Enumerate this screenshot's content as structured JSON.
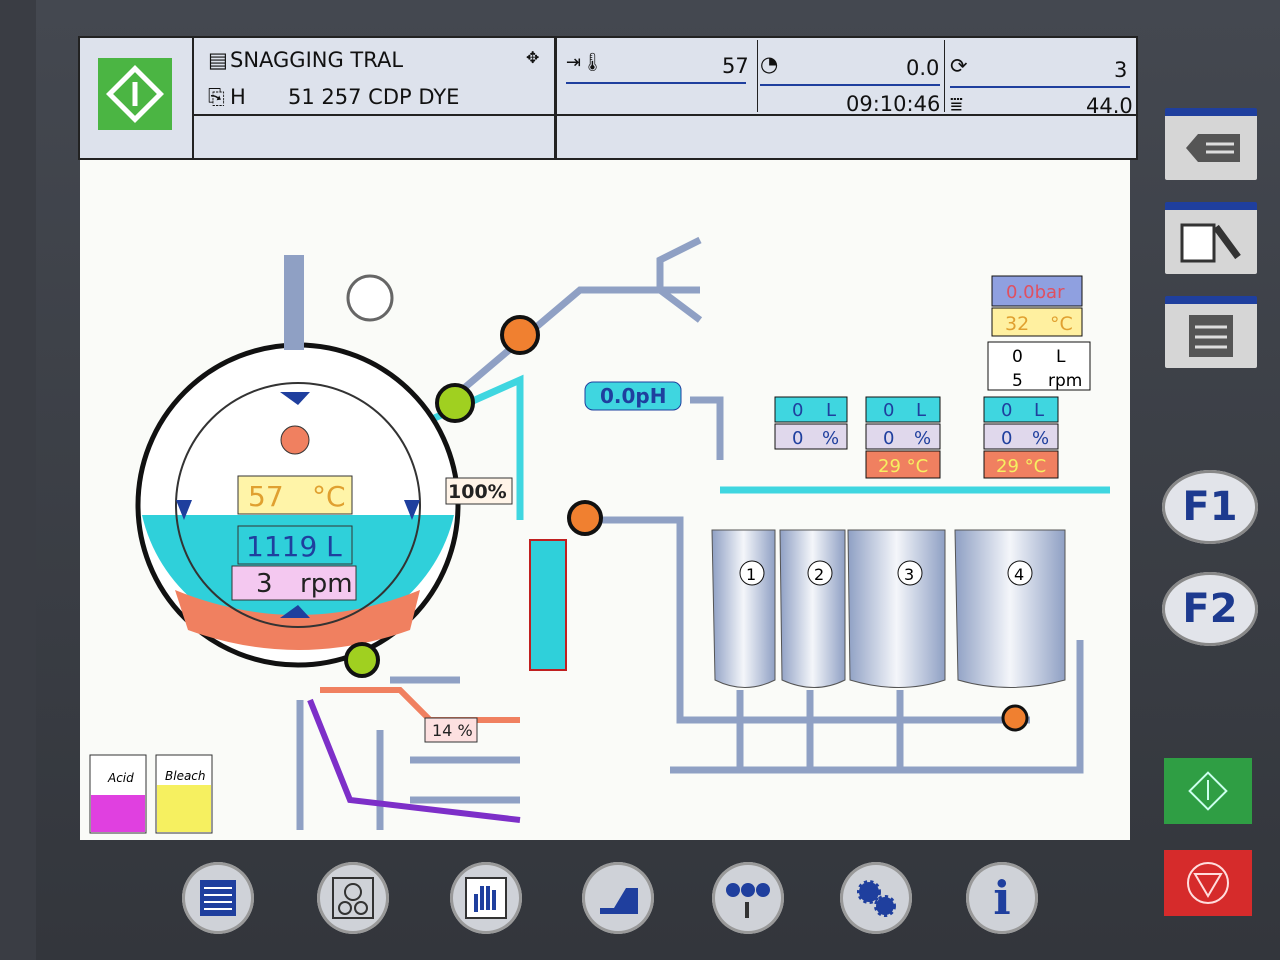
{
  "header": {
    "program_name": "SNAGGING TRAL",
    "batch_prefix": "H",
    "batch_info": "51 257 CDP DYE",
    "temperature": "57",
    "timer_value": "0.0",
    "clock": "09:10:46",
    "cycles": "3",
    "level_value": "44.0"
  },
  "vessel": {
    "temperature": "57",
    "temp_unit": "°C",
    "volume": "1119 L",
    "speed": "3",
    "speed_unit": "rpm",
    "pump_percent": "100%"
  },
  "ph": "0.0pH",
  "dosing_percent": "14 %",
  "chemicals": {
    "acid": "Acid",
    "bleach": "Bleach"
  },
  "right_panel": {
    "pressure": "0.0bar",
    "temperature": "32",
    "temp_unit": "°C",
    "volume": "0",
    "volume_unit": "L",
    "speed": "5",
    "speed_unit": "rpm"
  },
  "tanks": [
    {
      "number": "1",
      "volume": "0",
      "volume_unit": "L",
      "percent": "0",
      "percent_unit": "%"
    },
    {
      "number": "2"
    },
    {
      "number": "3",
      "volume": "0",
      "volume_unit": "L",
      "percent": "0",
      "percent_unit": "%",
      "temperature": "29 °C"
    },
    {
      "number": "4",
      "volume": "0",
      "volume_unit": "L",
      "percent": "0",
      "percent_unit": "%",
      "temperature": "29 °C"
    }
  ],
  "side_buttons": {
    "f1": "F1",
    "f2": "F2"
  },
  "colors": {
    "accent": "#1f3f9e",
    "water": "#3fd6e0",
    "start": "#2f9e44",
    "stop": "#d62b2b"
  }
}
